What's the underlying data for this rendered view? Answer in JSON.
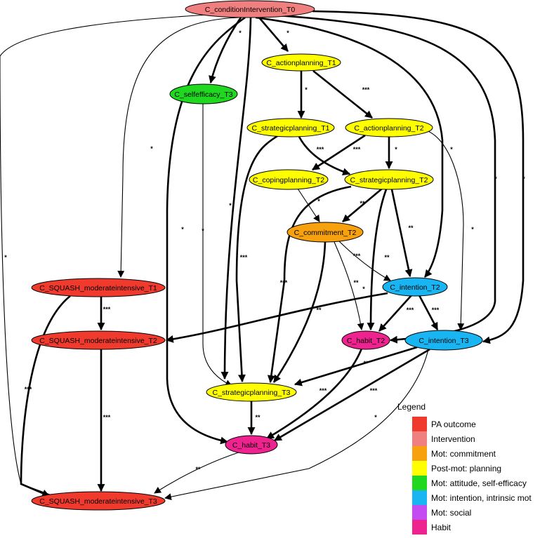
{
  "colors": {
    "pa_outcome": "#f03a2e",
    "intervention": "#f08080",
    "commitment": "#f7a10e",
    "planning": "#ffff00",
    "selfefficacy": "#1fd81f",
    "intention": "#19b5f2",
    "social": "#c44bf2",
    "habit": "#ef2390",
    "edge": "#000000"
  },
  "nodes": [
    {
      "id": "cond",
      "label": "C_conditionIntervention_T0",
      "group": "intervention"
    },
    {
      "id": "ap1",
      "label": "C_actionplanning_T1",
      "group": "planning"
    },
    {
      "id": "se3",
      "label": "C_selfefficacy_T3",
      "group": "selfefficacy"
    },
    {
      "id": "sp1",
      "label": "C_strategicplanning_T1",
      "group": "planning"
    },
    {
      "id": "ap2",
      "label": "C_actionplanning_T2",
      "group": "planning"
    },
    {
      "id": "cp2",
      "label": "C_copingplanning_T2",
      "group": "planning"
    },
    {
      "id": "sp2",
      "label": "C_strategicplanning_T2",
      "group": "planning"
    },
    {
      "id": "com2",
      "label": "C_commitment_T2",
      "group": "commitment"
    },
    {
      "id": "sq1",
      "label": "C_SQUASH_moderateintensive_T1",
      "group": "pa_outcome"
    },
    {
      "id": "int2",
      "label": "C_intention_T2",
      "group": "intention"
    },
    {
      "id": "sq2",
      "label": "C_SQUASH_moderateintensive_T2",
      "group": "pa_outcome"
    },
    {
      "id": "hab2",
      "label": "C_habit_T2",
      "group": "habit"
    },
    {
      "id": "int3",
      "label": "C_intention_T3",
      "group": "intention"
    },
    {
      "id": "sp3",
      "label": "C_strategicplanning_T3",
      "group": "planning"
    },
    {
      "id": "hab3",
      "label": "C_habit_T3",
      "group": "habit"
    },
    {
      "id": "sq3",
      "label": "C_SQUASH_moderateintensive_T3",
      "group": "pa_outcome"
    }
  ],
  "edges": [
    {
      "from": "cond",
      "to": "ap1",
      "sig": "*",
      "weight": "thick"
    },
    {
      "from": "cond",
      "to": "se3",
      "sig": "*",
      "weight": "thick"
    },
    {
      "from": "cond",
      "to": "sq1",
      "sig": "*",
      "weight": "thin"
    },
    {
      "from": "cond",
      "to": "sq3",
      "sig": "*",
      "weight": "thin"
    },
    {
      "from": "cond",
      "to": "hab3",
      "sig": "*",
      "weight": "thick"
    },
    {
      "from": "cond",
      "to": "sp3",
      "sig": "*",
      "weight": "thick"
    },
    {
      "from": "cond",
      "to": "int2",
      "sig": "*",
      "weight": "thick"
    },
    {
      "from": "cond",
      "to": "hab2",
      "sig": "*",
      "weight": "thick"
    },
    {
      "from": "cond",
      "to": "int3",
      "sig": "*",
      "weight": "thick"
    },
    {
      "from": "ap1",
      "to": "sp1",
      "sig": "*",
      "weight": "thick"
    },
    {
      "from": "ap1",
      "to": "ap2",
      "sig": "***",
      "weight": "thick"
    },
    {
      "from": "ap2",
      "to": "cp2",
      "sig": "***",
      "weight": "thick"
    },
    {
      "from": "ap2",
      "to": "sp2",
      "sig": "*",
      "weight": "thick"
    },
    {
      "from": "ap2",
      "to": "int3",
      "sig": "*",
      "weight": "thin"
    },
    {
      "from": "sp1",
      "to": "sp2",
      "sig": "***",
      "weight": "thick"
    },
    {
      "from": "sp1",
      "to": "sp3",
      "sig": "***",
      "weight": "thick"
    },
    {
      "from": "se3",
      "to": "sp3",
      "sig": "*",
      "weight": "thin"
    },
    {
      "from": "cp2",
      "to": "com2",
      "sig": "*",
      "weight": "thin"
    },
    {
      "from": "sp2",
      "to": "com2",
      "sig": "**",
      "weight": "thick"
    },
    {
      "from": "sp2",
      "to": "int2",
      "sig": "**",
      "weight": "thick"
    },
    {
      "from": "sp2",
      "to": "hab2",
      "sig": "**",
      "weight": "thick"
    },
    {
      "from": "sp2",
      "to": "sp3",
      "sig": "***",
      "weight": "thick"
    },
    {
      "from": "com2",
      "to": "int2",
      "sig": "***",
      "weight": "thin"
    },
    {
      "from": "com2",
      "to": "hab2",
      "sig": "**",
      "weight": "thin"
    },
    {
      "from": "com2",
      "to": "sp3",
      "sig": "**",
      "weight": "thick"
    },
    {
      "from": "int2",
      "to": "int3",
      "sig": "***",
      "weight": "thick"
    },
    {
      "from": "int2",
      "to": "hab2",
      "sig": "***",
      "weight": "thick"
    },
    {
      "from": "int2",
      "to": "sq2",
      "sig": "*",
      "weight": "thick"
    },
    {
      "from": "sq1",
      "to": "sq2",
      "sig": "***",
      "weight": "thick"
    },
    {
      "from": "sq1",
      "to": "sq3",
      "sig": "***",
      "weight": "thick"
    },
    {
      "from": "sq2",
      "to": "sq3",
      "sig": "***",
      "weight": "thick"
    },
    {
      "from": "int3",
      "to": "sp3",
      "sig": "**",
      "weight": "thick"
    },
    {
      "from": "int3",
      "to": "hab3",
      "sig": "***",
      "weight": "thick"
    },
    {
      "from": "int3",
      "to": "sq3",
      "sig": "*",
      "weight": "thin"
    },
    {
      "from": "hab2",
      "to": "hab3",
      "sig": "***",
      "weight": "thick"
    },
    {
      "from": "sp3",
      "to": "hab3",
      "sig": "**",
      "weight": "thick"
    },
    {
      "from": "hab3",
      "to": "sq3",
      "sig": "**",
      "weight": "thin"
    }
  ],
  "legend": {
    "title": "Legend",
    "items": [
      {
        "label": "PA outcome",
        "color": "#f03a2e"
      },
      {
        "label": "Intervention",
        "color": "#f08080"
      },
      {
        "label": "Mot: commitment",
        "color": "#f7a10e"
      },
      {
        "label": "Post-mot: planning",
        "color": "#ffff00"
      },
      {
        "label": "Mot: attitude, self-efficacy",
        "color": "#1fd81f"
      },
      {
        "label": "Mot: intention, intrinsic mot",
        "color": "#19b5f2"
      },
      {
        "label": "Mot: social",
        "color": "#c44bf2"
      },
      {
        "label": "Habit",
        "color": "#ef2390"
      }
    ]
  }
}
